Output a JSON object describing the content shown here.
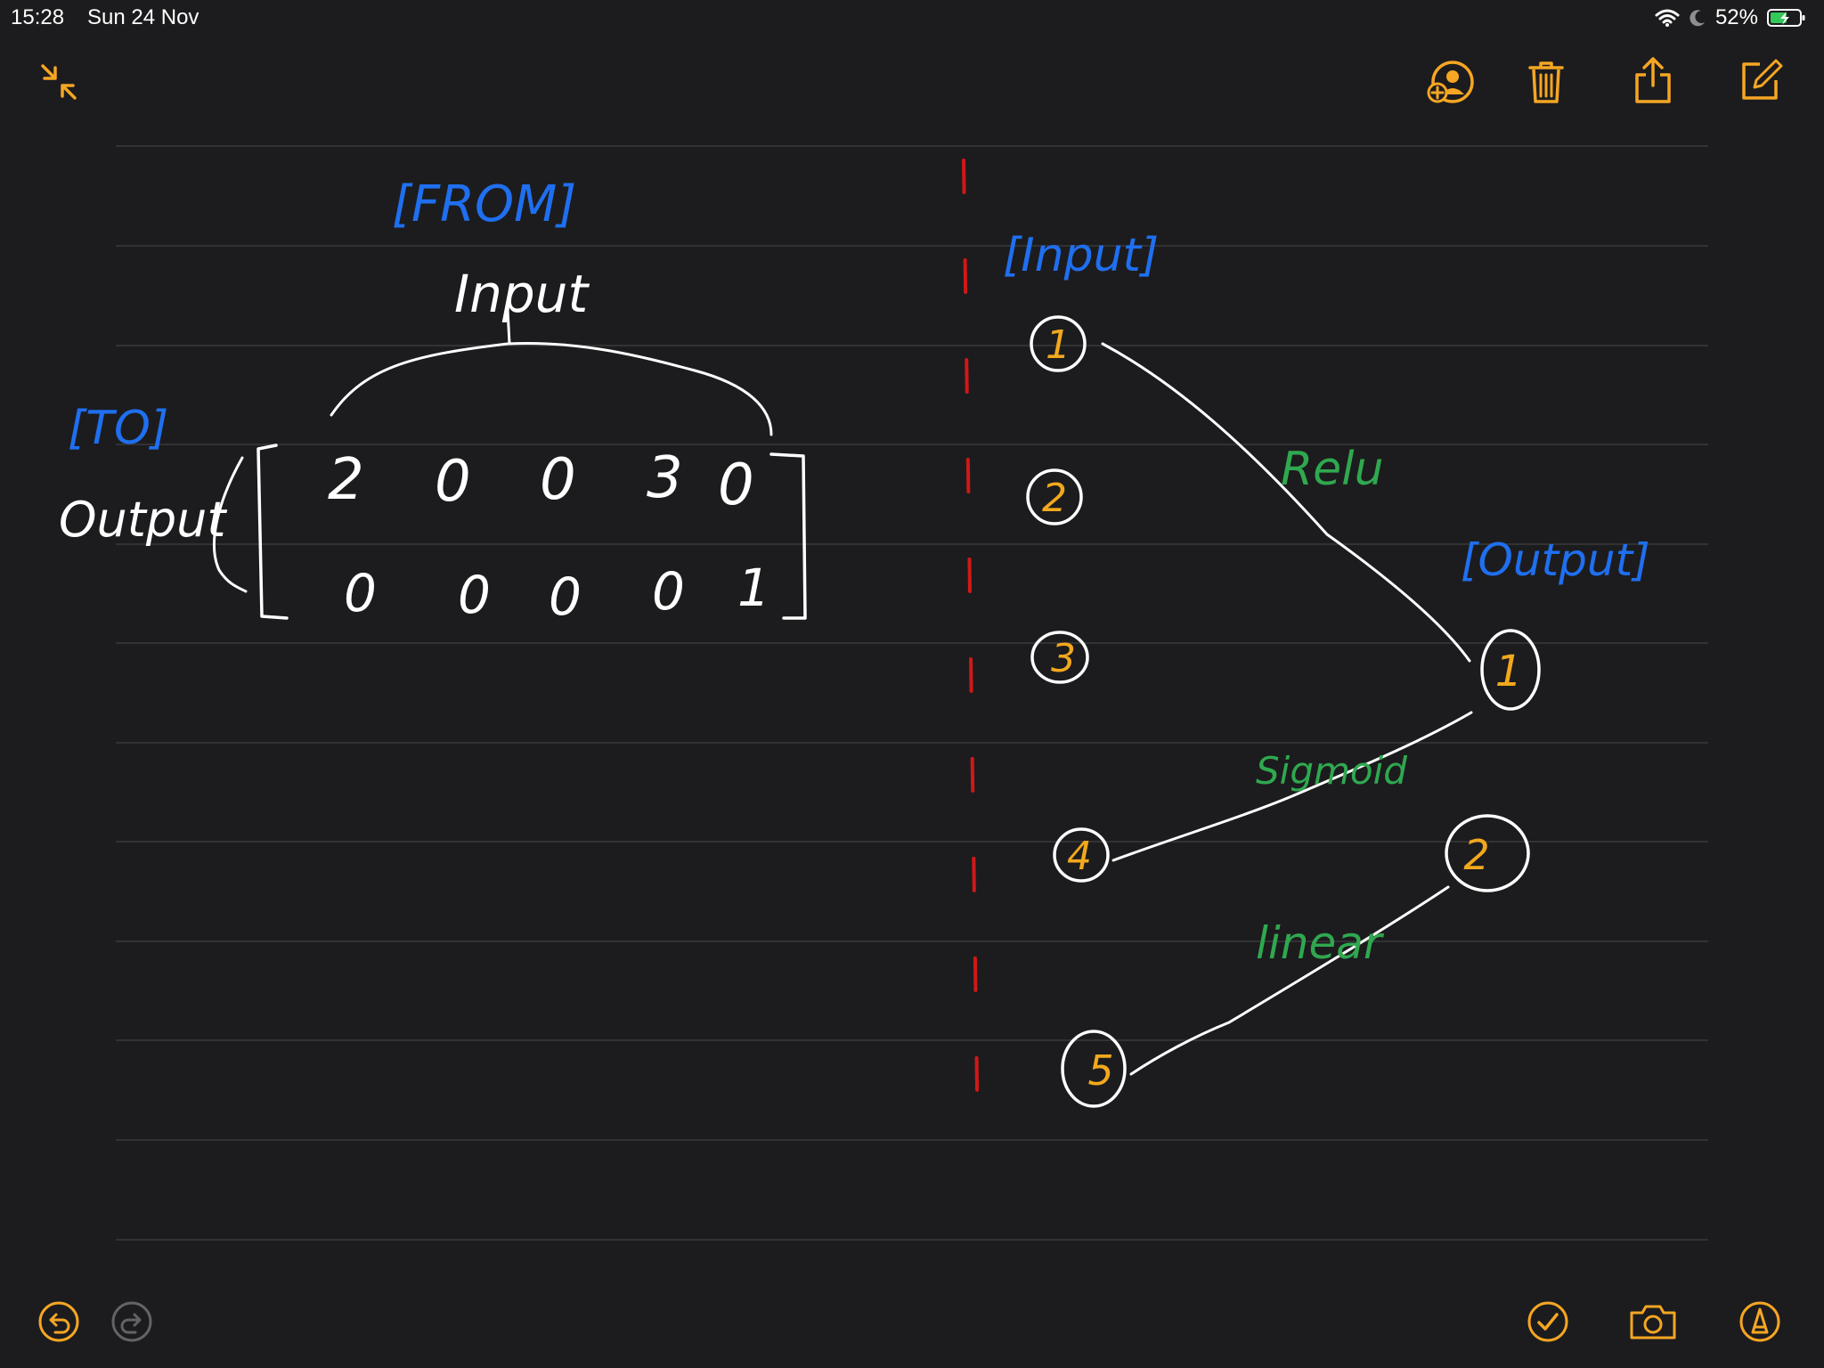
{
  "status_bar": {
    "time": "15:28",
    "date": "Sun 24 Nov",
    "battery_percent": "52%",
    "icons": [
      "wifi-icon",
      "moon-icon",
      "battery-charging-icon"
    ]
  },
  "toolbar": {
    "icons": [
      "collapse-icon",
      "add-person-icon",
      "trash-icon",
      "share-icon",
      "compose-icon"
    ]
  },
  "bottom_toolbar": {
    "icons": [
      "undo-icon",
      "redo-icon",
      "checkmark-icon",
      "camera-icon",
      "markup-pen-icon"
    ]
  },
  "colors": {
    "accent": "#f5a623",
    "background": "#1c1c1e",
    "ink_white": "#ffffff",
    "ink_blue": "#1f6ff0",
    "ink_green": "#2fa84f",
    "ink_orange": "#f2a81d",
    "ink_red": "#d01818",
    "rule_line": "#3a3a3c"
  },
  "note": {
    "matrix": {
      "from_label": "[FROM]",
      "input_label": "Input",
      "to_label": "[TO]",
      "output_label": "Output",
      "rows": [
        [
          "2",
          "0",
          "0",
          "3",
          "0"
        ],
        [
          "0",
          "0",
          "0",
          "0",
          "1"
        ]
      ]
    },
    "graph": {
      "input_header": "[Input]",
      "output_header": "[Output]",
      "input_nodes": [
        "1",
        "2",
        "3",
        "4",
        "5"
      ],
      "output_nodes": [
        "1",
        "2"
      ],
      "edge_labels": [
        "Relu",
        "Sigmoid",
        "linear"
      ]
    }
  }
}
